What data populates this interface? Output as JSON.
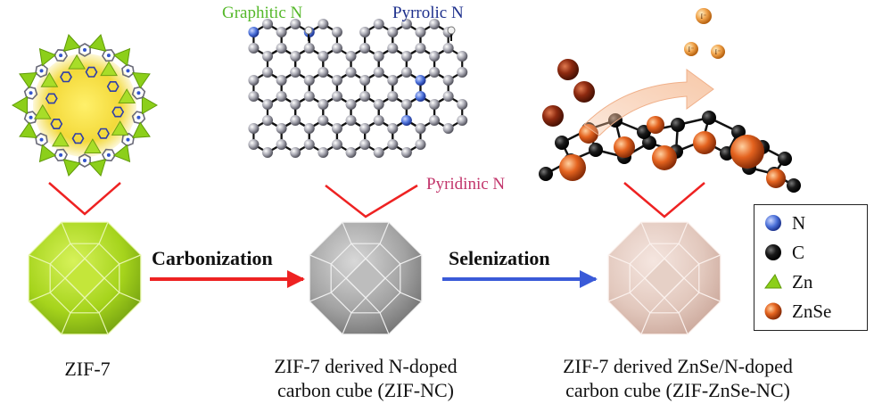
{
  "labels": {
    "graphitic_n": "Graphitic N",
    "pyrrolic_n": "Pyrrolic N",
    "pyridinic_n": "Pyridinic N",
    "carbonization": "Carbonization",
    "selenization": "Selenization",
    "zif7": "ZIF-7",
    "zif_nc_line1": "ZIF-7 derived N-doped",
    "zif_nc_line2": "carbon cube (ZIF-NC)",
    "zif_znse_line1": "ZIF-7 derived ZnSe/N-doped",
    "zif_znse_line2": "carbon cube (ZIF-ZnSe-NC)"
  },
  "legend": [
    {
      "label": "N",
      "color": "#4a6fd8",
      "icon": "blue-sphere-icon"
    },
    {
      "label": "C",
      "color": "#1a1a1a",
      "icon": "black-sphere-icon"
    },
    {
      "label": "Zn",
      "color": "#8ccf1a",
      "icon": "green-triangle-icon"
    },
    {
      "label": "ZnSe",
      "color": "#d2541c",
      "icon": "orange-sphere-icon"
    }
  ],
  "ion_label": "I⁻",
  "colors": {
    "graphitic_n": "#55b82a",
    "pyrrolic_n": "#1d2f8c",
    "pyridinic_n": "#c2356b",
    "red_arrow": "#ee2222",
    "blue_arrow": "#3a5ad8",
    "zif7_cube": "#a8d81e",
    "nc_cube": "#a9a9a9",
    "znse_cube": "#e8cfc6"
  }
}
